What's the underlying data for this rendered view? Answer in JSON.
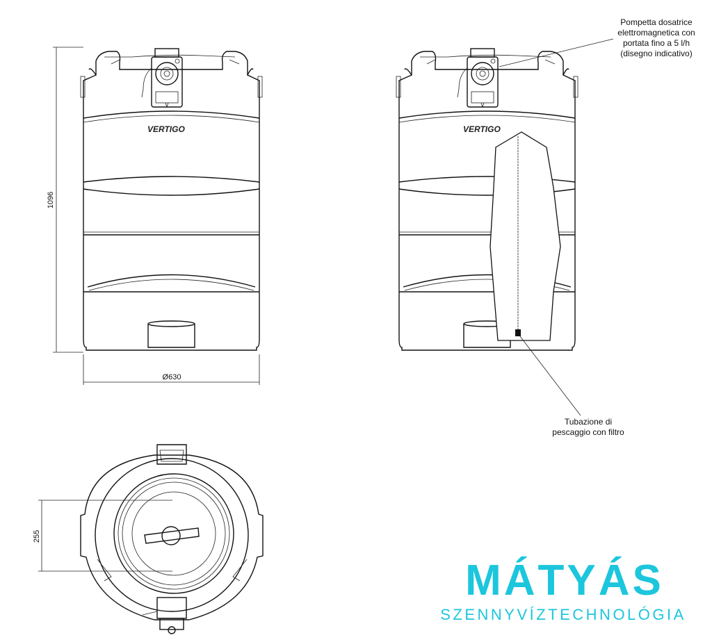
{
  "annotations": {
    "pump": [
      "Pompetta dosatrice",
      "elettromagnetica con",
      "portata fino a 5 l/h",
      "(disegno indicativo)"
    ],
    "tube": [
      "Tubazione di",
      "pescaggio con filtro"
    ]
  },
  "dimensions": {
    "height": "1096",
    "diameter": "Ø630",
    "top_offset": "255"
  },
  "tank_brand": "VERTIGO",
  "logo": {
    "name": "MÁTYÁS",
    "tagline": "SZENNYVÍZTECHNOLÓGIA",
    "color": "#1cc6dc"
  }
}
